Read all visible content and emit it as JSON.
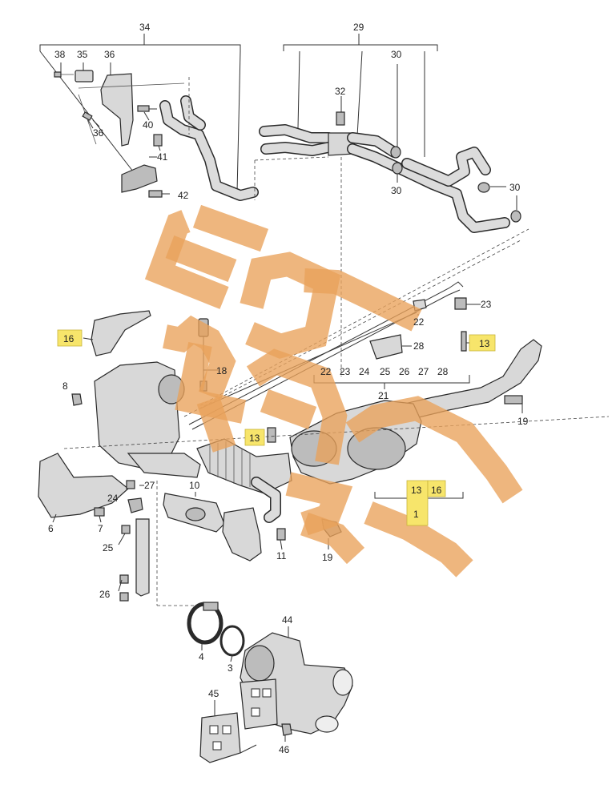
{
  "diagram": {
    "watermark_color": "#e9a15a",
    "highlight_color": "#f7e56b",
    "callouts": {
      "c34": "34",
      "c29": "29",
      "c38": "38",
      "c35": "35",
      "c36a": "36",
      "c30a": "30",
      "c32": "32",
      "c36b": "36",
      "c40": "40",
      "c41": "41",
      "c42": "42",
      "c30b": "30",
      "c30c": "30",
      "c30d": "30",
      "c16a": "16",
      "c18": "18",
      "c23": "23",
      "c22a": "22",
      "c13a": "13",
      "c28": "28",
      "c8": "8",
      "c21": "21",
      "c19a": "19",
      "c13b": "13",
      "c27": "27",
      "c24": "24",
      "c10": "10",
      "c7": "7",
      "c6": "6",
      "c25": "25",
      "c11": "11",
      "c19b": "19",
      "c26": "26",
      "c13c": "13",
      "c16b": "16",
      "c1": "1",
      "c44": "44",
      "c4": "4",
      "c3": "3",
      "c45": "45",
      "c46": "46"
    },
    "row21": [
      "22",
      "23",
      "24",
      "25",
      "26",
      "27",
      "28"
    ]
  }
}
